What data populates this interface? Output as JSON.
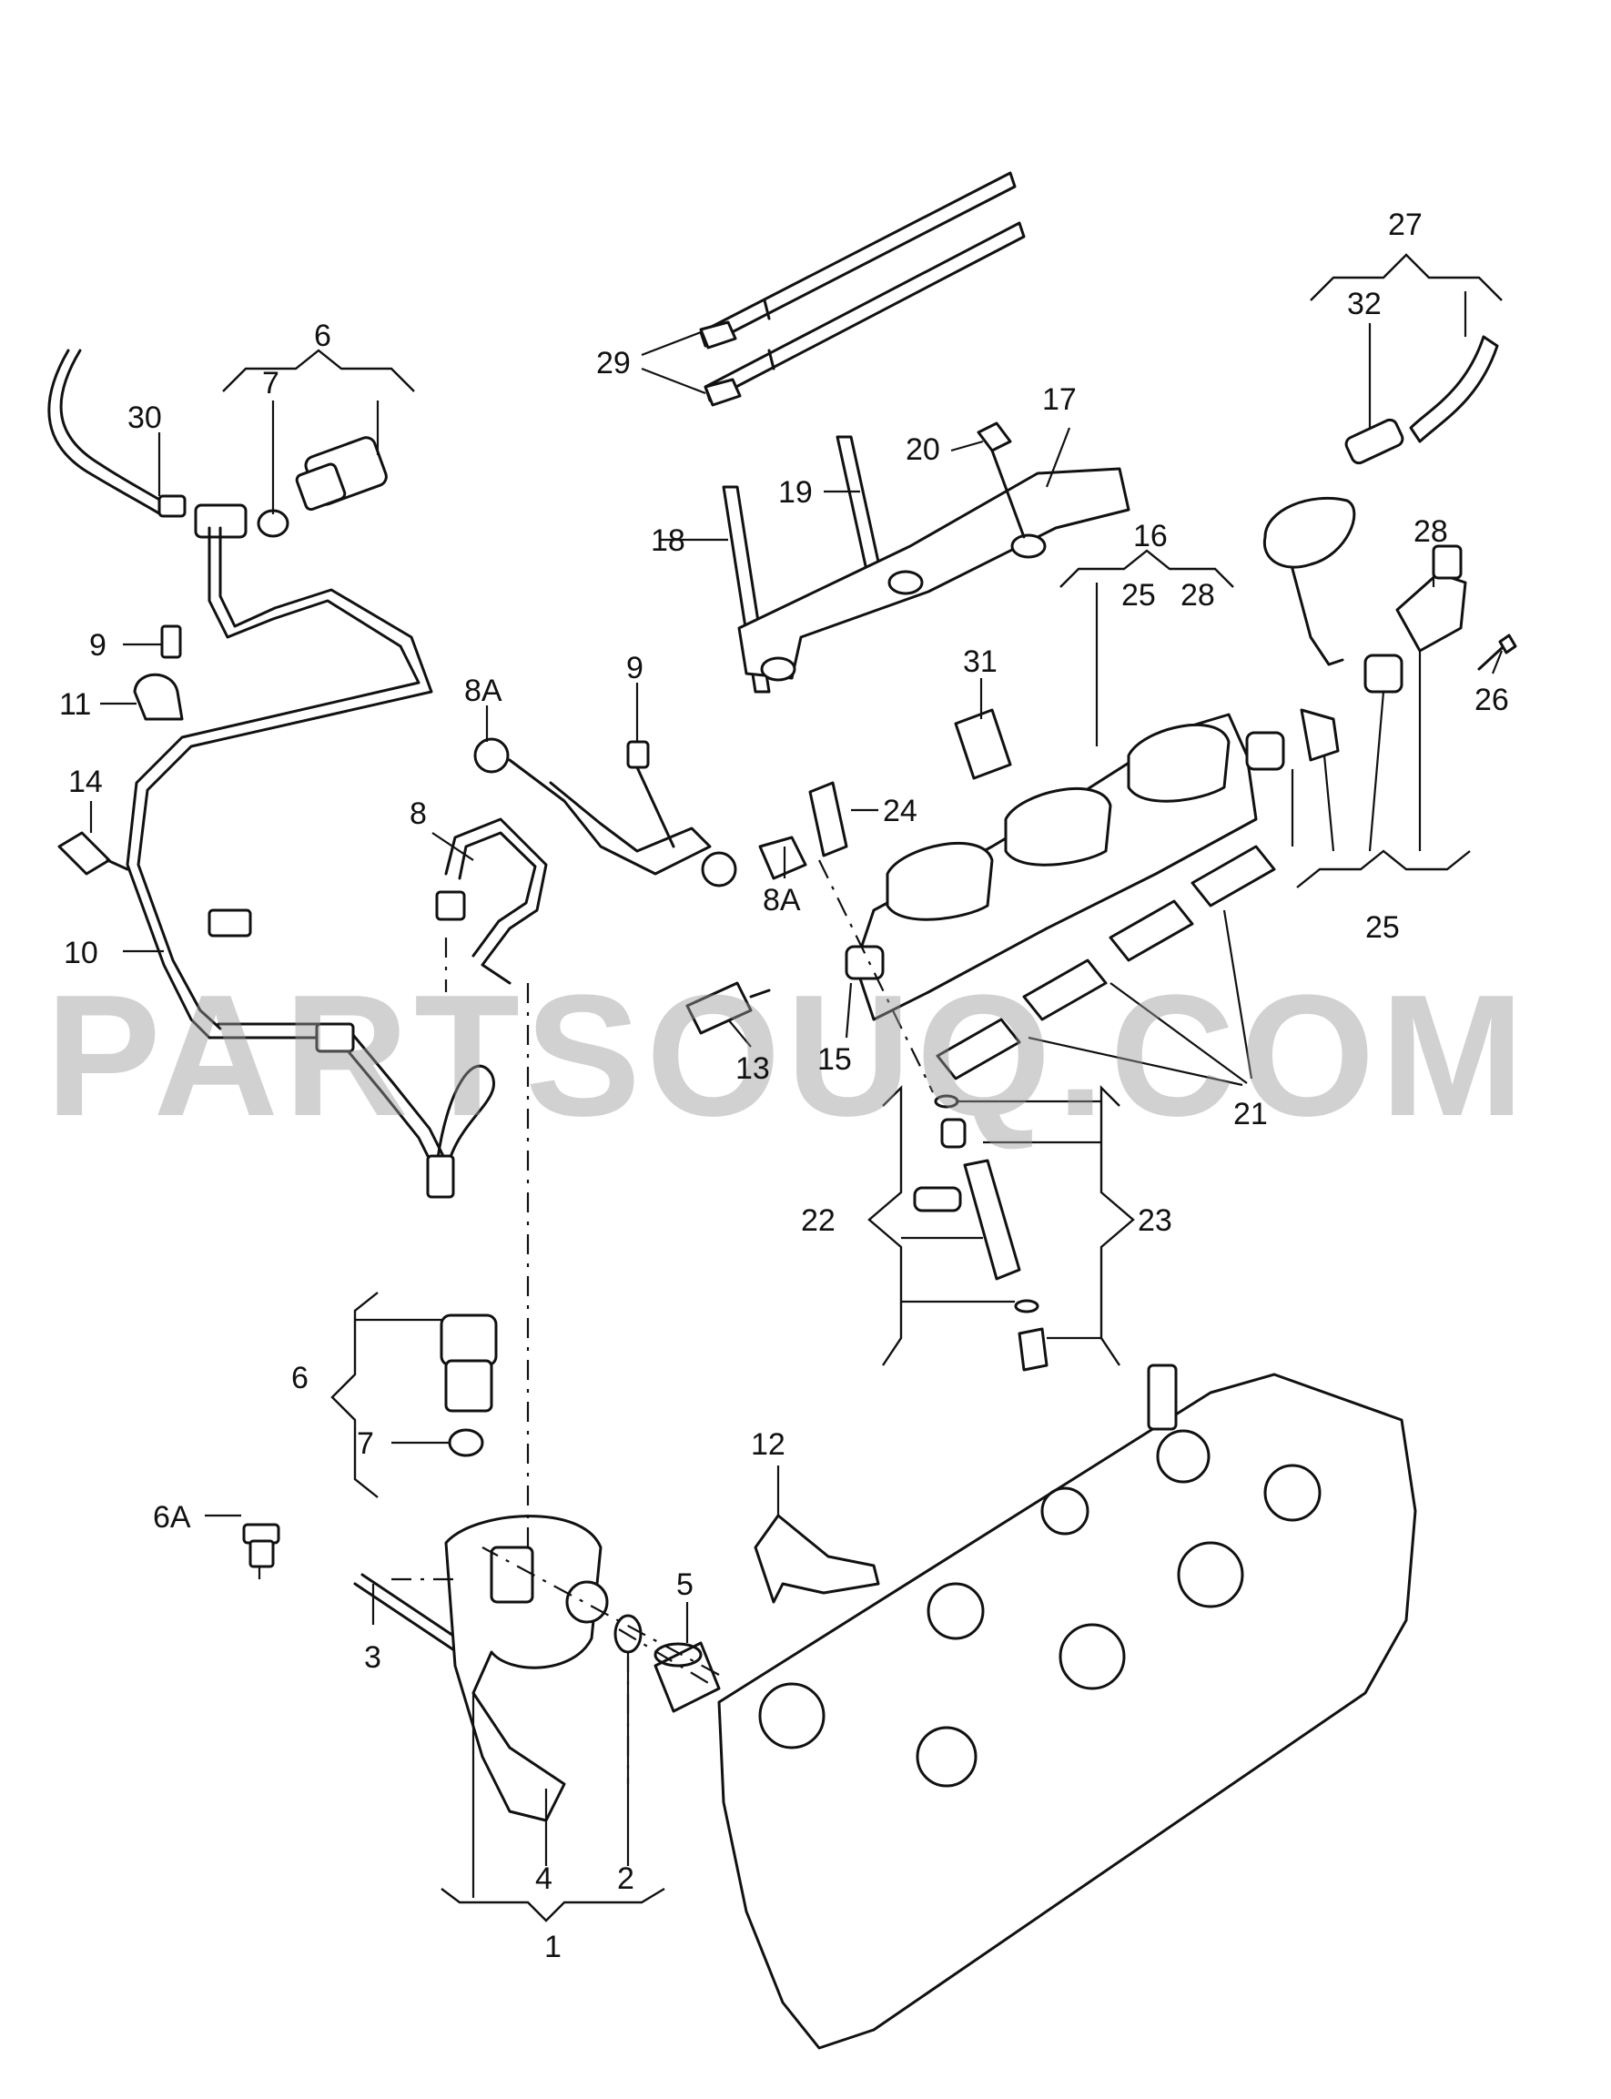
{
  "watermark": "PARTSOUQ.COM",
  "callouts": {
    "c1": "1",
    "c2": "2",
    "c3": "3",
    "c4": "4",
    "c5": "5",
    "c6_top": "6",
    "c6_mid": "6",
    "c6A": "6A",
    "c7_top": "7",
    "c7_mid": "7",
    "c8": "8",
    "c8A_a": "8A",
    "c8A_b": "8A",
    "c9_a": "9",
    "c9_b": "9",
    "c10": "10",
    "c11": "11",
    "c12": "12",
    "c13": "13",
    "c14": "14",
    "c15": "15",
    "c16": "16",
    "c17": "17",
    "c18": "18",
    "c19": "19",
    "c20": "20",
    "c21": "21",
    "c22": "22",
    "c23": "23",
    "c24": "24",
    "c25_a": "25",
    "c25_b": "25",
    "c26": "26",
    "c27": "27",
    "c28_a": "28",
    "c28_b": "28",
    "c29": "29",
    "c30": "30",
    "c31": "31",
    "c32": "32"
  }
}
